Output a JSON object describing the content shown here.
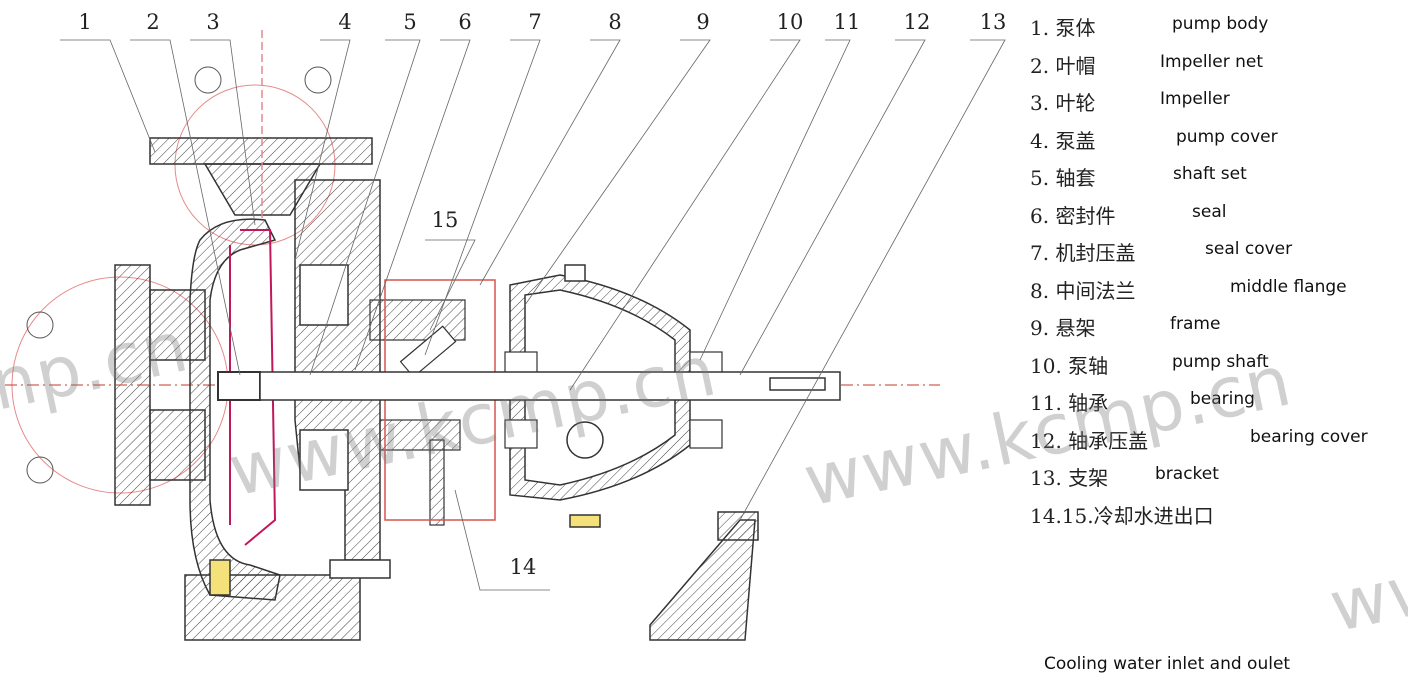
{
  "diagram": {
    "callouts": [
      {
        "id": "1",
        "label": "1"
      },
      {
        "id": "2",
        "label": "2"
      },
      {
        "id": "3",
        "label": "3"
      },
      {
        "id": "4",
        "label": "4"
      },
      {
        "id": "5",
        "label": "5"
      },
      {
        "id": "6",
        "label": "6"
      },
      {
        "id": "7",
        "label": "7"
      },
      {
        "id": "8",
        "label": "8"
      },
      {
        "id": "9",
        "label": "9"
      },
      {
        "id": "10",
        "label": "10"
      },
      {
        "id": "11",
        "label": "11"
      },
      {
        "id": "12",
        "label": "12"
      },
      {
        "id": "13",
        "label": "13"
      },
      {
        "id": "14",
        "label": "14"
      },
      {
        "id": "15",
        "label": "15"
      }
    ]
  },
  "legend": {
    "items": [
      {
        "cn": "1. 泵体",
        "en": "pump body"
      },
      {
        "cn": "2. 叶帽",
        "en": "Impeller net"
      },
      {
        "cn": "3. 叶轮",
        "en": "Impeller"
      },
      {
        "cn": "4. 泵盖",
        "en": "pump cover"
      },
      {
        "cn": "5. 轴套",
        "en": "shaft set"
      },
      {
        "cn": "6. 密封件",
        "en": "seal"
      },
      {
        "cn": "7. 机封压盖",
        "en": "seal cover"
      },
      {
        "cn": "8. 中间法兰",
        "en": "middle flange"
      },
      {
        "cn": "9. 悬架",
        "en": "frame"
      },
      {
        "cn": "10. 泵轴",
        "en": "pump shaft"
      },
      {
        "cn": "11. 轴承",
        "en": "bearing"
      },
      {
        "cn": "12. 轴承压盖",
        "en": "bearing cover"
      },
      {
        "cn": "13. 支架",
        "en": "bracket"
      },
      {
        "cn": "14.15.冷却水进出口",
        "en": ""
      }
    ],
    "footer": "Cooling water inlet and oulet"
  },
  "watermark": [
    "np.cn",
    "www.kcmp.cn",
    "www.kcmp.cn",
    "ww"
  ],
  "colors": {
    "line": "#333333",
    "red": "#d9534f",
    "magenta": "#c2185b",
    "pink": "#e88a8a",
    "yellow": "#e0c000"
  }
}
